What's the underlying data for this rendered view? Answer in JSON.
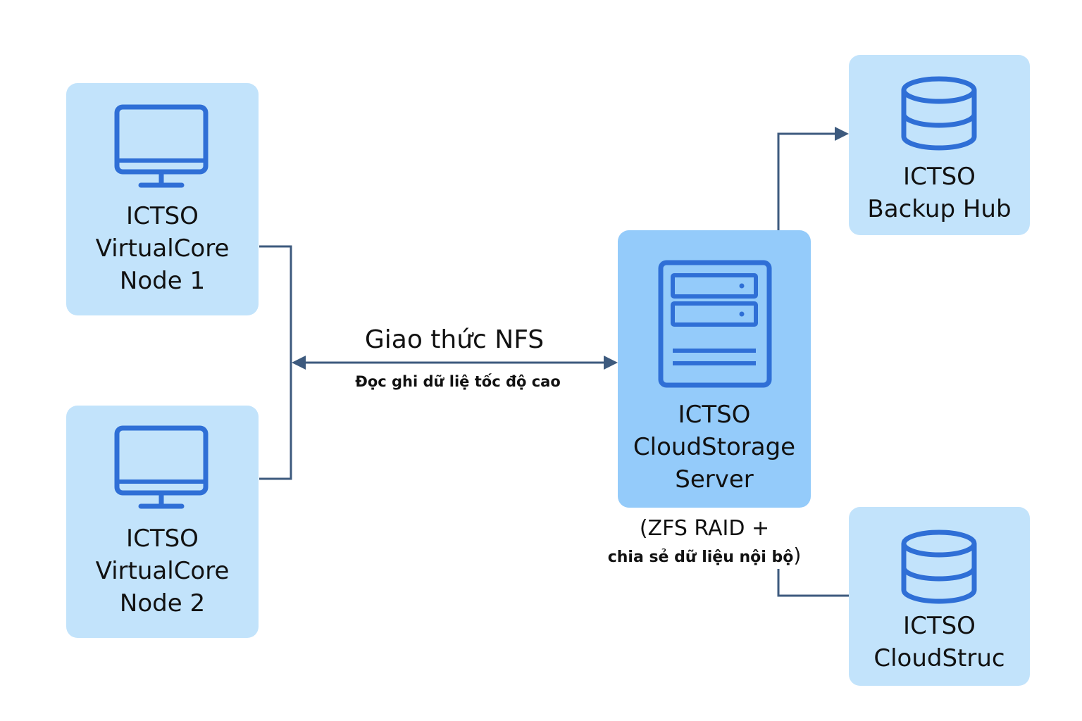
{
  "colors": {
    "box_fill": "#c2e3fb",
    "server_fill": "#94cbfa",
    "icon_stroke": "#2f6fd6",
    "connector": "#3d5a7e"
  },
  "nodes": {
    "node1": {
      "icon": "monitor-icon",
      "lines": [
        "ICTSO",
        "VirtualCore",
        "Node 1"
      ]
    },
    "node2": {
      "icon": "monitor-icon",
      "lines": [
        "ICTSO",
        "VirtualCore",
        "Node 2"
      ]
    },
    "server": {
      "icon": "server-rack-icon",
      "lines": [
        "ICTSO",
        "CloudStorage",
        "Server"
      ]
    },
    "backup": {
      "icon": "database-icon",
      "lines": [
        "ICTSO",
        "Backup Hub"
      ]
    },
    "cloudstruc": {
      "icon": "database-icon",
      "lines": [
        "ICTSO",
        "CloudStruc"
      ]
    }
  },
  "edge": {
    "title": "Giao thức NFS",
    "subtitle": "Đọc ghi dữ liệ tốc độ cao"
  },
  "server_note": {
    "line1": "(ZFS RAID +",
    "line2": "chia sẻ dữ liệu nội bộ",
    "line2_close": ")"
  }
}
